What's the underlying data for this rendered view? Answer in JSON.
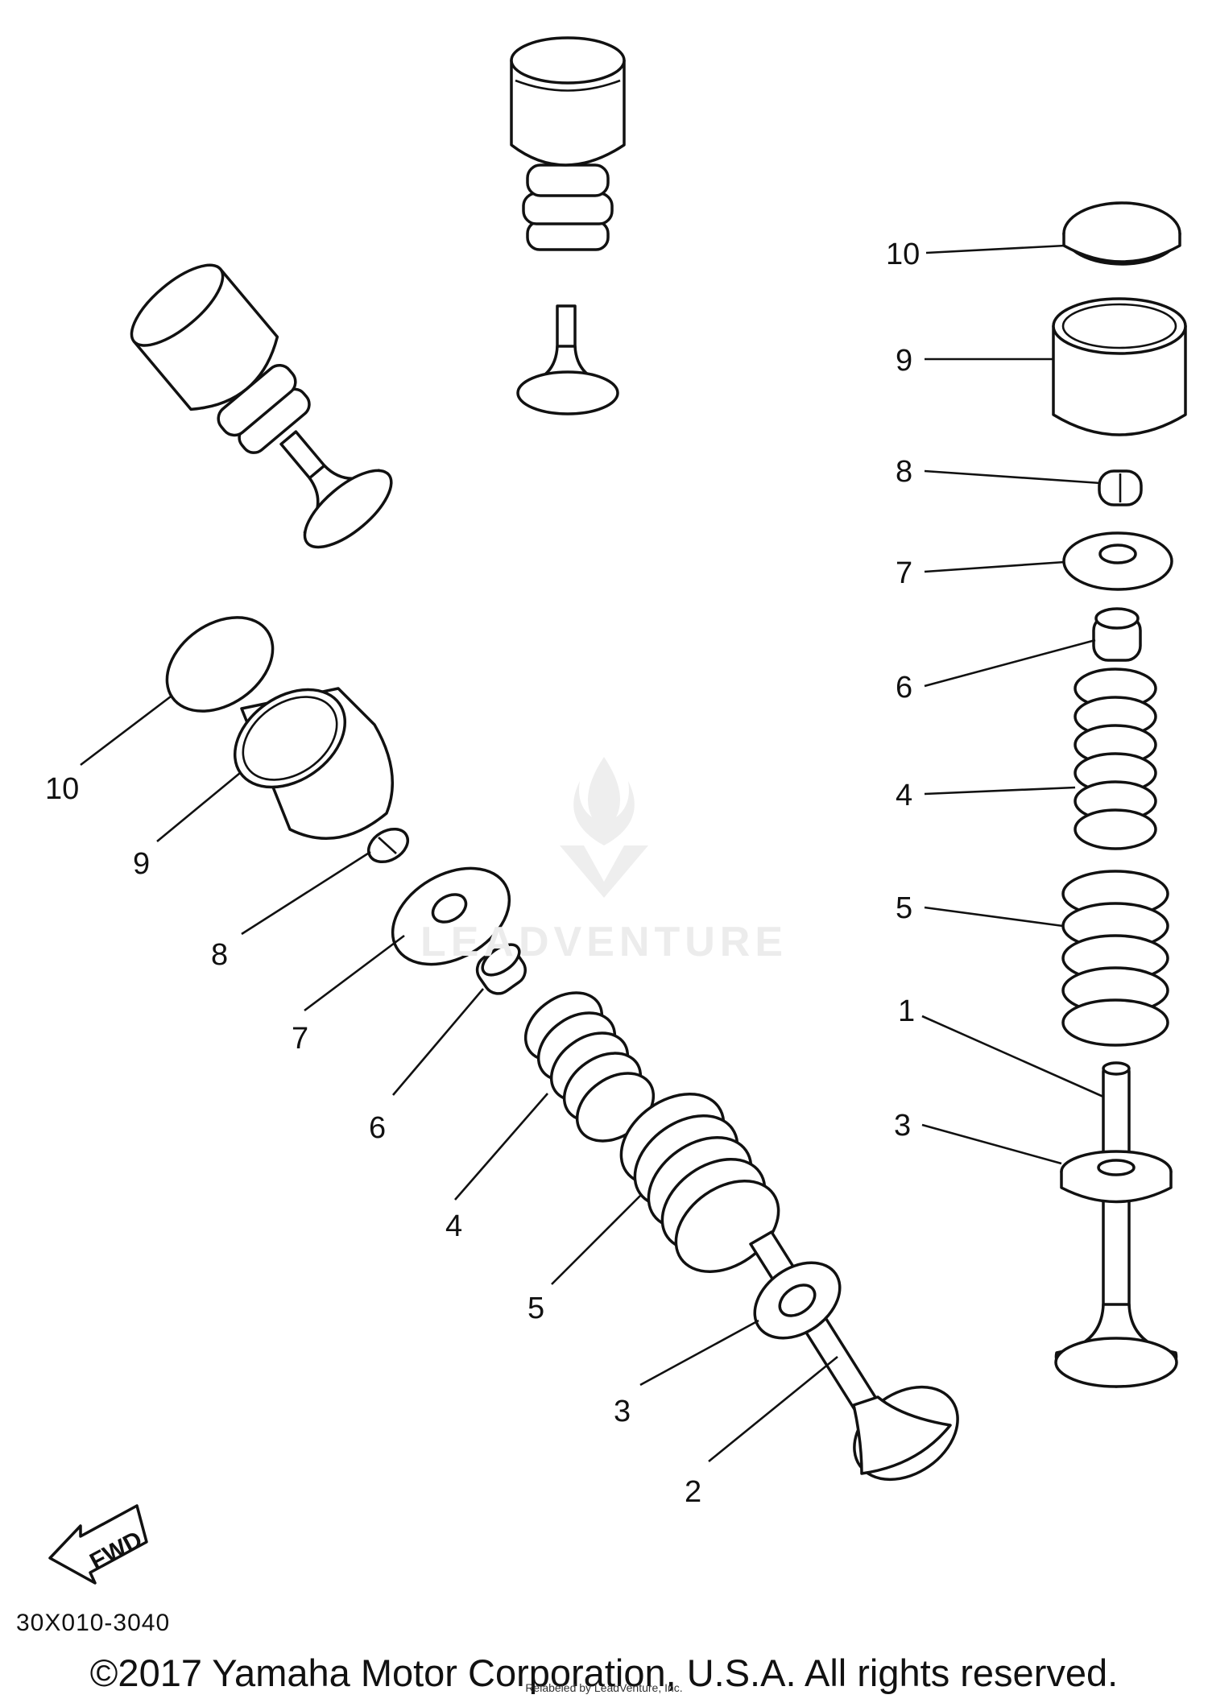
{
  "diagram": {
    "code": "30X010-3040",
    "fwd_label": "FWD",
    "copyright": "©2017 Yamaha Motor Corporation, U.S.A. All rights reserved.",
    "relabel": "Relabeled by LeadVenture, Inc.",
    "watermark": "LEADVENTURE"
  },
  "callouts": {
    "intake": {
      "c10": "10",
      "c9": "9",
      "c8": "8",
      "c7": "7",
      "c6": "6",
      "c4": "4",
      "c5": "5",
      "c3": "3",
      "c2": "2"
    },
    "exhaust": {
      "c10": "10",
      "c9": "9",
      "c8": "8",
      "c7": "7",
      "c6": "6",
      "c4": "4",
      "c5": "5",
      "c1": "1",
      "c3": "3"
    }
  }
}
